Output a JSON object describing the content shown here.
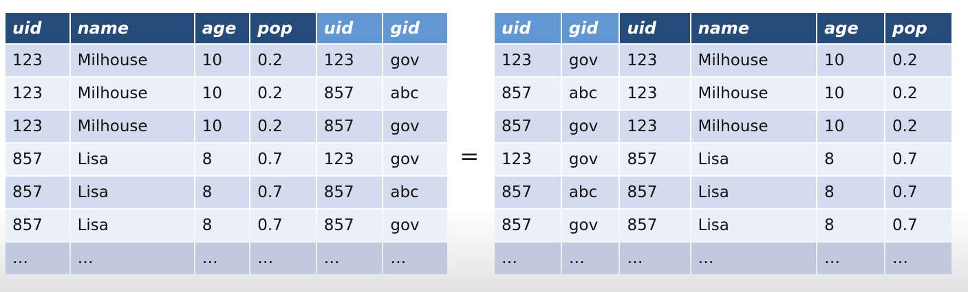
{
  "left_table": {
    "headers": [
      {
        "label": "uid",
        "style": "dark"
      },
      {
        "label": "name",
        "style": "dark"
      },
      {
        "label": "age",
        "style": "dark"
      },
      {
        "label": "pop",
        "style": "dark"
      },
      {
        "label": "uid",
        "style": "light"
      },
      {
        "label": "gid",
        "style": "light"
      }
    ],
    "col_widths": [
      92,
      178,
      78,
      94,
      94,
      92
    ],
    "rows": [
      [
        "123",
        "Milhouse",
        "10",
        "0.2",
        "123",
        "gov"
      ],
      [
        "123",
        "Milhouse",
        "10",
        "0.2",
        "857",
        "abc"
      ],
      [
        "123",
        "Milhouse",
        "10",
        "0.2",
        "857",
        "gov"
      ],
      [
        "857",
        "Lisa",
        "8",
        "0.7",
        "123",
        "gov"
      ],
      [
        "857",
        "Lisa",
        "8",
        "0.7",
        "857",
        "abc"
      ],
      [
        "857",
        "Lisa",
        "8",
        "0.7",
        "857",
        "gov"
      ],
      [
        "…",
        "…",
        "…",
        "…",
        "…",
        "…"
      ]
    ]
  },
  "equals": "=",
  "right_table": {
    "headers": [
      {
        "label": "uid",
        "style": "light"
      },
      {
        "label": "gid",
        "style": "light"
      },
      {
        "label": "uid",
        "style": "dark"
      },
      {
        "label": "name",
        "style": "dark"
      },
      {
        "label": "age",
        "style": "dark"
      },
      {
        "label": "pop",
        "style": "dark"
      }
    ],
    "col_widths": [
      93,
      80,
      98,
      176,
      94,
      93
    ],
    "rows": [
      [
        "123",
        "gov",
        "123",
        "Milhouse",
        "10",
        "0.2"
      ],
      [
        "857",
        "abc",
        "123",
        "Milhouse",
        "10",
        "0.2"
      ],
      [
        "857",
        "gov",
        "123",
        "Milhouse",
        "10",
        "0.2"
      ],
      [
        "123",
        "gov",
        "857",
        "Lisa",
        "8",
        "0.7"
      ],
      [
        "857",
        "abc",
        "857",
        "Lisa",
        "8",
        "0.7"
      ],
      [
        "857",
        "gov",
        "857",
        "Lisa",
        "8",
        "0.7"
      ],
      [
        "…",
        "…",
        "…",
        "…",
        "…",
        "…"
      ]
    ]
  }
}
